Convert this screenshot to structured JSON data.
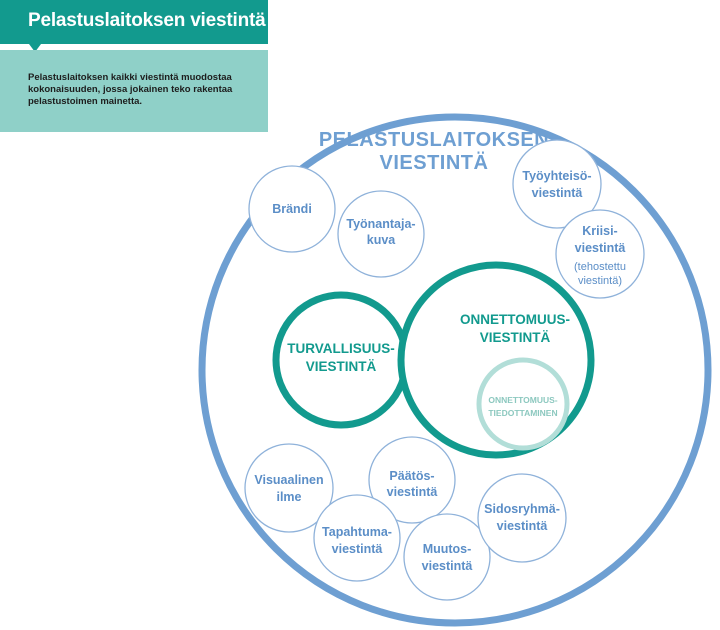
{
  "header": {
    "title": "Pelastuslaitoksen viestintä",
    "description_lines": [
      "Pelastuslaitoksen kaikki viestintä muodostaa",
      "kokonaisuuden, jossa jokainen teko rakentaa",
      "pelastustoimen mainetta."
    ]
  },
  "diagram": {
    "outer_title_lines": [
      "PELASTUSLAITOKSEN",
      "VIESTINTÄ"
    ],
    "colors": {
      "outer_ring": "#6e9fd2",
      "small_circle": "#8fb2da",
      "label_blue": "#5b8ec7",
      "teal": "#129a8e",
      "light_teal": "#b2ded8",
      "light_teal_text": "#8cc8bf"
    },
    "circles": {
      "brandi": [
        "Brändi"
      ],
      "tyonantajakuva": [
        "Työnantaja-",
        "kuva"
      ],
      "tyoyhteiso": [
        "Työyhteisö-",
        "viestintä"
      ],
      "kriisi": [
        "Kriisi-",
        "viestintä"
      ],
      "kriisi_note": [
        "(tehostettu",
        "viestintä)"
      ],
      "turvallisuus": [
        "TURVALLISUUS-",
        "VIESTINTÄ"
      ],
      "onnettomuus": [
        "ONNETTOMUUS-",
        "VIESTINTÄ"
      ],
      "tiedottaminen": [
        "ONNETTOMUUS-",
        "TIEDOTTAMINEN"
      ],
      "visuaalinen": [
        "Visuaalinen",
        "ilme"
      ],
      "paatos": [
        "Päätös-",
        "viestintä"
      ],
      "tapahtuma": [
        "Tapahtuma-",
        "viestintä"
      ],
      "muutos": [
        "Muutos-",
        "viestintä"
      ],
      "sidosryhma": [
        "Sidosryhmä-",
        "viestintä"
      ]
    }
  }
}
